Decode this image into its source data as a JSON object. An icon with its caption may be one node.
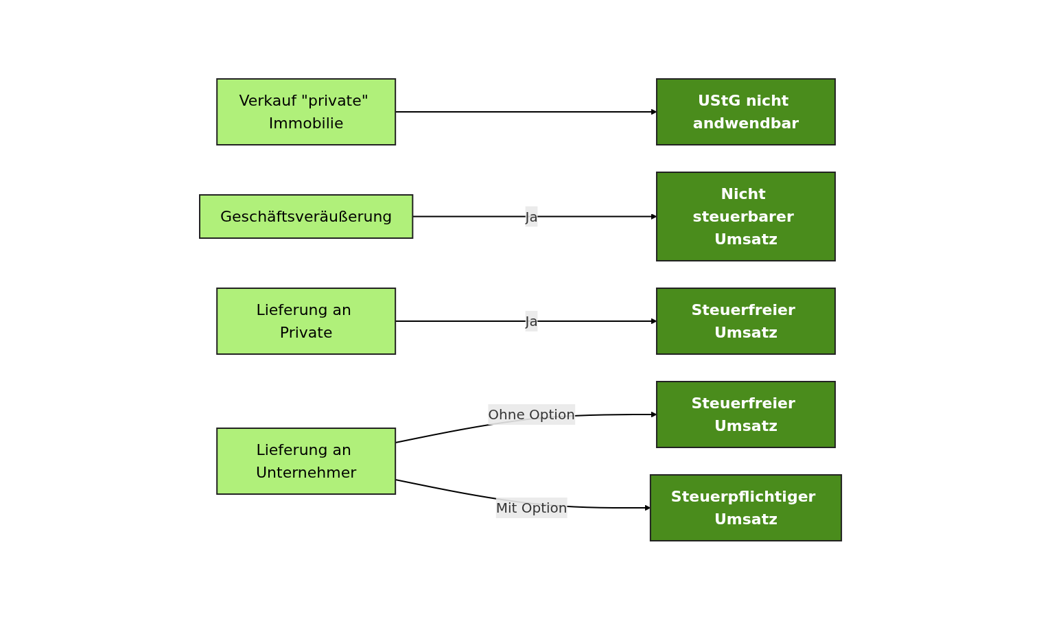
{
  "diagram": {
    "nodes": [
      {
        "text": [
          "Verkauf \"private\" Immobilie"
        ]
      },
      {
        "text": [
          "UStG nicht andwendbar"
        ]
      },
      {
        "text": [
          "Geschäftsveräußerung"
        ]
      },
      {
        "text": [
          "Nicht steuerbarer Umsatz"
        ]
      },
      {
        "text": [
          "Lieferung an Private"
        ]
      },
      {
        "text": [
          "Steuerfreier Umsatz"
        ]
      },
      {
        "text": [
          "Lieferung an Unternehmer"
        ]
      },
      {
        "text": [
          "Steuerfreier Umsatz"
        ]
      },
      {
        "text": [
          "Steuerpflichtiger Umsatz"
        ]
      }
    ],
    "edges": [
      {
        "from": 0,
        "to": 1,
        "arrow": "to"
      },
      {
        "from": 2,
        "to": 3,
        "label": "Ja",
        "arrow": "to"
      },
      {
        "from": 4,
        "to": 5,
        "label": "Ja",
        "arrow": "to"
      },
      {
        "from": 6,
        "to": 7,
        "label": "Ohne Option",
        "arrow": "to"
      },
      {
        "from": 6,
        "to": 8,
        "label": "Mit Option",
        "arrow": "to"
      }
    ]
  }
}
